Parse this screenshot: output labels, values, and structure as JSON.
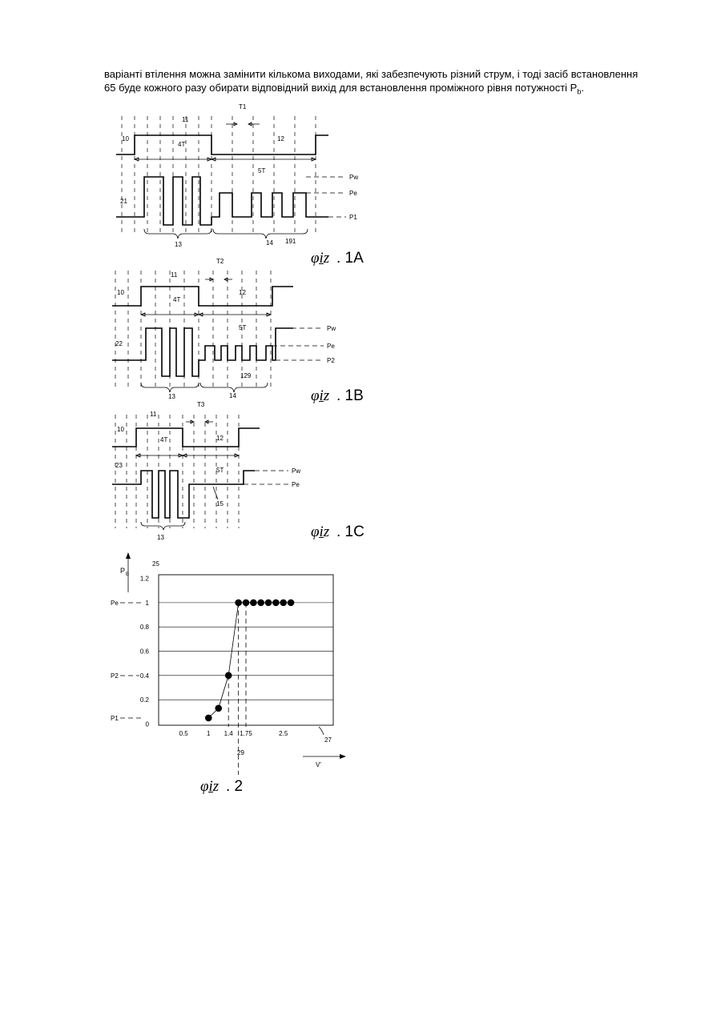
{
  "text": {
    "line1": "варіанті втілення можна замінити кількома виходами, які забезпечують різний струм, і тоді засіб встановлення",
    "line2_prefix": "65 буде кожного разу обирати відповідний вихід для встановлення проміжного рівня потужності P",
    "line2_sub": "b",
    "line2_suffix": "."
  },
  "fig1a": {
    "caption_glyph": "φi̱z",
    "caption_num": ". 1A",
    "labels": {
      "ref10": "10",
      "ref11": "11",
      "ref12": "12",
      "ref21": "21",
      "ref13": "13",
      "ref14": "14",
      "ref191": "191",
      "t": "T1",
      "fourT": "4T",
      "fiveT": "5T",
      "pw": "Pw",
      "pe": "Pe",
      "p": "P1"
    }
  },
  "fig1b": {
    "caption_glyph": "φi̱z",
    "caption_num": ". 1B",
    "labels": {
      "ref10": "10",
      "ref11": "11",
      "ref12": "12",
      "ref22": "22",
      "ref13": "13",
      "ref14": "14",
      "ref129": "129",
      "t": "T2",
      "fourT": "4T",
      "fiveT": "5T",
      "pw": "Pw",
      "pe": "Pe",
      "p": "P2"
    }
  },
  "fig1c": {
    "caption_glyph": "φi̱z",
    "caption_num": ". 1C",
    "labels": {
      "ref10": "10",
      "ref11": "11",
      "ref12": "12",
      "ref23": "23",
      "ref13": "13",
      "ref15": "15",
      "t": "T3",
      "fourT": "4T",
      "fiveT": "5T",
      "pw": "Pw",
      "pe": "Pe"
    }
  },
  "fig2": {
    "caption_glyph": "φi̱z",
    "caption_num": ". 2",
    "ylabel": "P",
    "ylabel_sub": "B",
    "xlabel": "V'",
    "ref25": "25",
    "ref27": "27",
    "ref29": "29",
    "level_pe": "Pe",
    "level_p2": "P2",
    "level_p1": "P1",
    "yticks": [
      "1.2",
      "1",
      "0.8",
      "0.6",
      "0.4",
      "0.2",
      "0"
    ],
    "xticks": [
      "0.5",
      "1",
      "1.4",
      "1.75",
      "2.5"
    ]
  },
  "chart_data": {
    "type": "line",
    "title": "",
    "xlabel": "V'",
    "ylabel": "PB",
    "xlim": [
      0,
      3.5
    ],
    "ylim": [
      0,
      1.2
    ],
    "grid": "horizontal",
    "series": [
      {
        "x": [
          1.0,
          1.2,
          1.4,
          1.6,
          1.75,
          1.9,
          2.05,
          2.2,
          2.35,
          2.5,
          2.65
        ],
        "y": [
          0.05,
          0.13,
          0.4,
          1.0,
          1.0,
          1.0,
          1.0,
          1.0,
          1.0,
          1.0,
          1.0
        ]
      }
    ]
  }
}
